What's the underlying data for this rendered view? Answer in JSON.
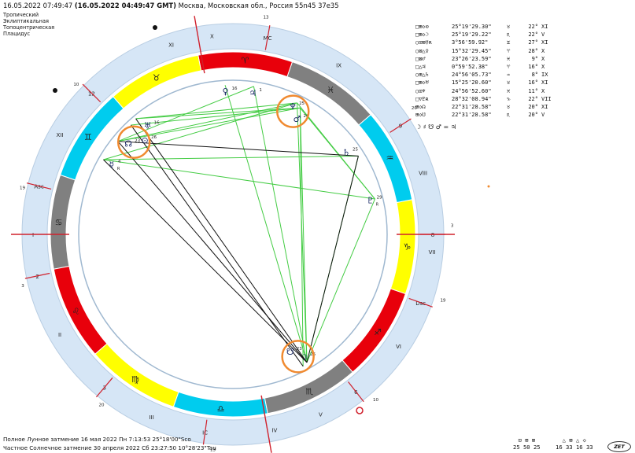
{
  "header": {
    "date": "16.05.2022",
    "local_time": "07:49:47",
    "gmt": "(16.05.2022 04:49:47 GMT)",
    "place": "Москва, Московская обл., Россия 55n45 37e35"
  },
  "settings": [
    "Тропический",
    "Эклиптикальная",
    "Топоцентрическая",
    "Плацидус"
  ],
  "planet_table": [
    {
      "marks": "□⊞◇⊙",
      "lon": "25°19'29.30\"",
      "sign": "♉",
      "deg": "22°",
      "house": "XI"
    },
    {
      "marks": "□⊞◇☽",
      "lon": "25°19'29.22\"",
      "sign": "♏",
      "deg": "22°",
      "house": "V"
    },
    {
      "marks": "○⊡⊠☿ʀ",
      "lon": "3°56'59.92\"",
      "sign": "♊",
      "deg": "27°",
      "house": "XI"
    },
    {
      "marks": "○⊠△♀",
      "lon": "15°32'29.45\"",
      "sign": "♈",
      "deg": "28°",
      "house": "X"
    },
    {
      "marks": "□⊠♂",
      "lon": "23°26'23.59\"",
      "sign": "♓",
      "deg": "9°",
      "house": "X"
    },
    {
      "marks": "□△♃",
      "lon": "0°59'52.38\"",
      "sign": "♈",
      "deg": "16°",
      "house": "X"
    },
    {
      "marks": "○⊞△♄",
      "lon": "24°56'05.73\"",
      "sign": "♒",
      "deg": "8°",
      "house": "IX"
    },
    {
      "marks": "□⊞◇♅",
      "lon": "15°25'20.60\"",
      "sign": "♉",
      "deg": "16°",
      "house": "XI"
    },
    {
      "marks": "○⊡♆",
      "lon": "24°56'52.60\"",
      "sign": "♓",
      "deg": "11°",
      "house": "X"
    },
    {
      "marks": "□▽♇ʀ",
      "lon": "28°32'08.94\"",
      "sign": "♑",
      "deg": "22°",
      "house": "VII"
    },
    {
      "marks": "⊞◇☊",
      "lon": "22°31'28.58\"",
      "sign": "♉",
      "deg": "20°",
      "house": "XI"
    },
    {
      "marks": "⊞◇☋",
      "lon": "22°31'28.58\"",
      "sign": "♏",
      "deg": "20°",
      "house": "V"
    }
  ],
  "aspect_summary": "☽ ♯ ☋ ♂ = ♃",
  "eclipses": [
    "Полное Лунное затмение  16 мая 2022 Пн  7:13:53 25°18'00\"Sco",
    "Частное Солнечное затмение  30 апреля 2022 Сб 23:27:50 10°28'23\"Tau"
  ],
  "element_counts": {
    "icons": "⊡ ⊞ ⊠",
    "values": "25 50 25"
  },
  "modality_counts": {
    "icons": "△ ⊠ △ ◇",
    "values": "16 33 16 33"
  },
  "zet_label": "ZET",
  "chart": {
    "houses": [
      {
        "roman": "XI",
        "cusp": "",
        "deg": ""
      },
      {
        "roman": "X",
        "cusp": "",
        "deg": ""
      },
      {
        "roman": "MC",
        "cusp": "MC",
        "deg": "13"
      },
      {
        "roman": "IX",
        "cusp": "",
        "deg": ""
      },
      {
        "roman": "9",
        "cusp": "9",
        "deg": "20"
      },
      {
        "roman": "VIII",
        "cusp": "",
        "deg": ""
      },
      {
        "roman": "8",
        "cusp": "8",
        "deg": "3"
      },
      {
        "roman": "VII",
        "cusp": "",
        "deg": ""
      },
      {
        "roman": "Dsc",
        "cusp": "Dsc",
        "deg": "19"
      },
      {
        "roman": "VI",
        "cusp": "",
        "deg": ""
      },
      {
        "roman": "6",
        "cusp": "6",
        "deg": "10"
      },
      {
        "roman": "V",
        "cusp": "",
        "deg": ""
      },
      {
        "roman": "IV",
        "cusp": "",
        "deg": ""
      },
      {
        "roman": "IC",
        "cusp": "IC",
        "deg": "13"
      },
      {
        "roman": "III",
        "cusp": "",
        "deg": ""
      },
      {
        "roman": "3",
        "cusp": "3",
        "deg": "20"
      },
      {
        "roman": "II",
        "cusp": "",
        "deg": ""
      },
      {
        "roman": "2",
        "cusp": "2",
        "deg": "3"
      },
      {
        "roman": "I",
        "cusp": "",
        "deg": ""
      },
      {
        "roman": "Asc",
        "cusp": "Asc",
        "deg": "19"
      },
      {
        "roman": "XII",
        "cusp": "",
        "deg": ""
      },
      {
        "roman": "12",
        "cusp": "12",
        "deg": "10"
      }
    ],
    "signs": [
      {
        "glyph": "♈",
        "color": "#e8000b"
      },
      {
        "glyph": "♉",
        "color": "#ffff00"
      },
      {
        "glyph": "♊",
        "color": "#00ccee"
      },
      {
        "glyph": "♋",
        "color": "#808080"
      },
      {
        "glyph": "♌",
        "color": "#e8000b"
      },
      {
        "glyph": "♍",
        "color": "#ffff00"
      },
      {
        "glyph": "♎",
        "color": "#00ccee"
      },
      {
        "glyph": "♏",
        "color": "#808080"
      },
      {
        "glyph": "♐",
        "color": "#e8000b"
      },
      {
        "glyph": "♑",
        "color": "#ffff00"
      },
      {
        "glyph": "♒",
        "color": "#00ccee"
      },
      {
        "glyph": "♓",
        "color": "#808080"
      }
    ],
    "planets": [
      {
        "glyph": "☊",
        "deg": "23"
      },
      {
        "glyph": "⊙",
        "deg": "26"
      },
      {
        "glyph": "♅",
        "deg": "16"
      },
      {
        "glyph": "☿",
        "deg": "4",
        "retro": "R"
      },
      {
        "glyph": "♀",
        "deg": "16"
      },
      {
        "glyph": "♃",
        "deg": "1"
      },
      {
        "glyph": "♆",
        "deg": "25"
      },
      {
        "glyph": "♂",
        "deg": "24"
      },
      {
        "glyph": "♄",
        "deg": "25"
      },
      {
        "glyph": "♇",
        "deg": "29",
        "retro": "R"
      },
      {
        "glyph": "☽",
        "deg": "26"
      },
      {
        "glyph": "☋",
        "deg": "23"
      }
    ],
    "colors": {
      "band": "#d6e6f6",
      "red_line": "#d0202c",
      "green_aspect": "#44cc44",
      "black_aspect": "#111111",
      "highlight": "#f08a30"
    }
  }
}
